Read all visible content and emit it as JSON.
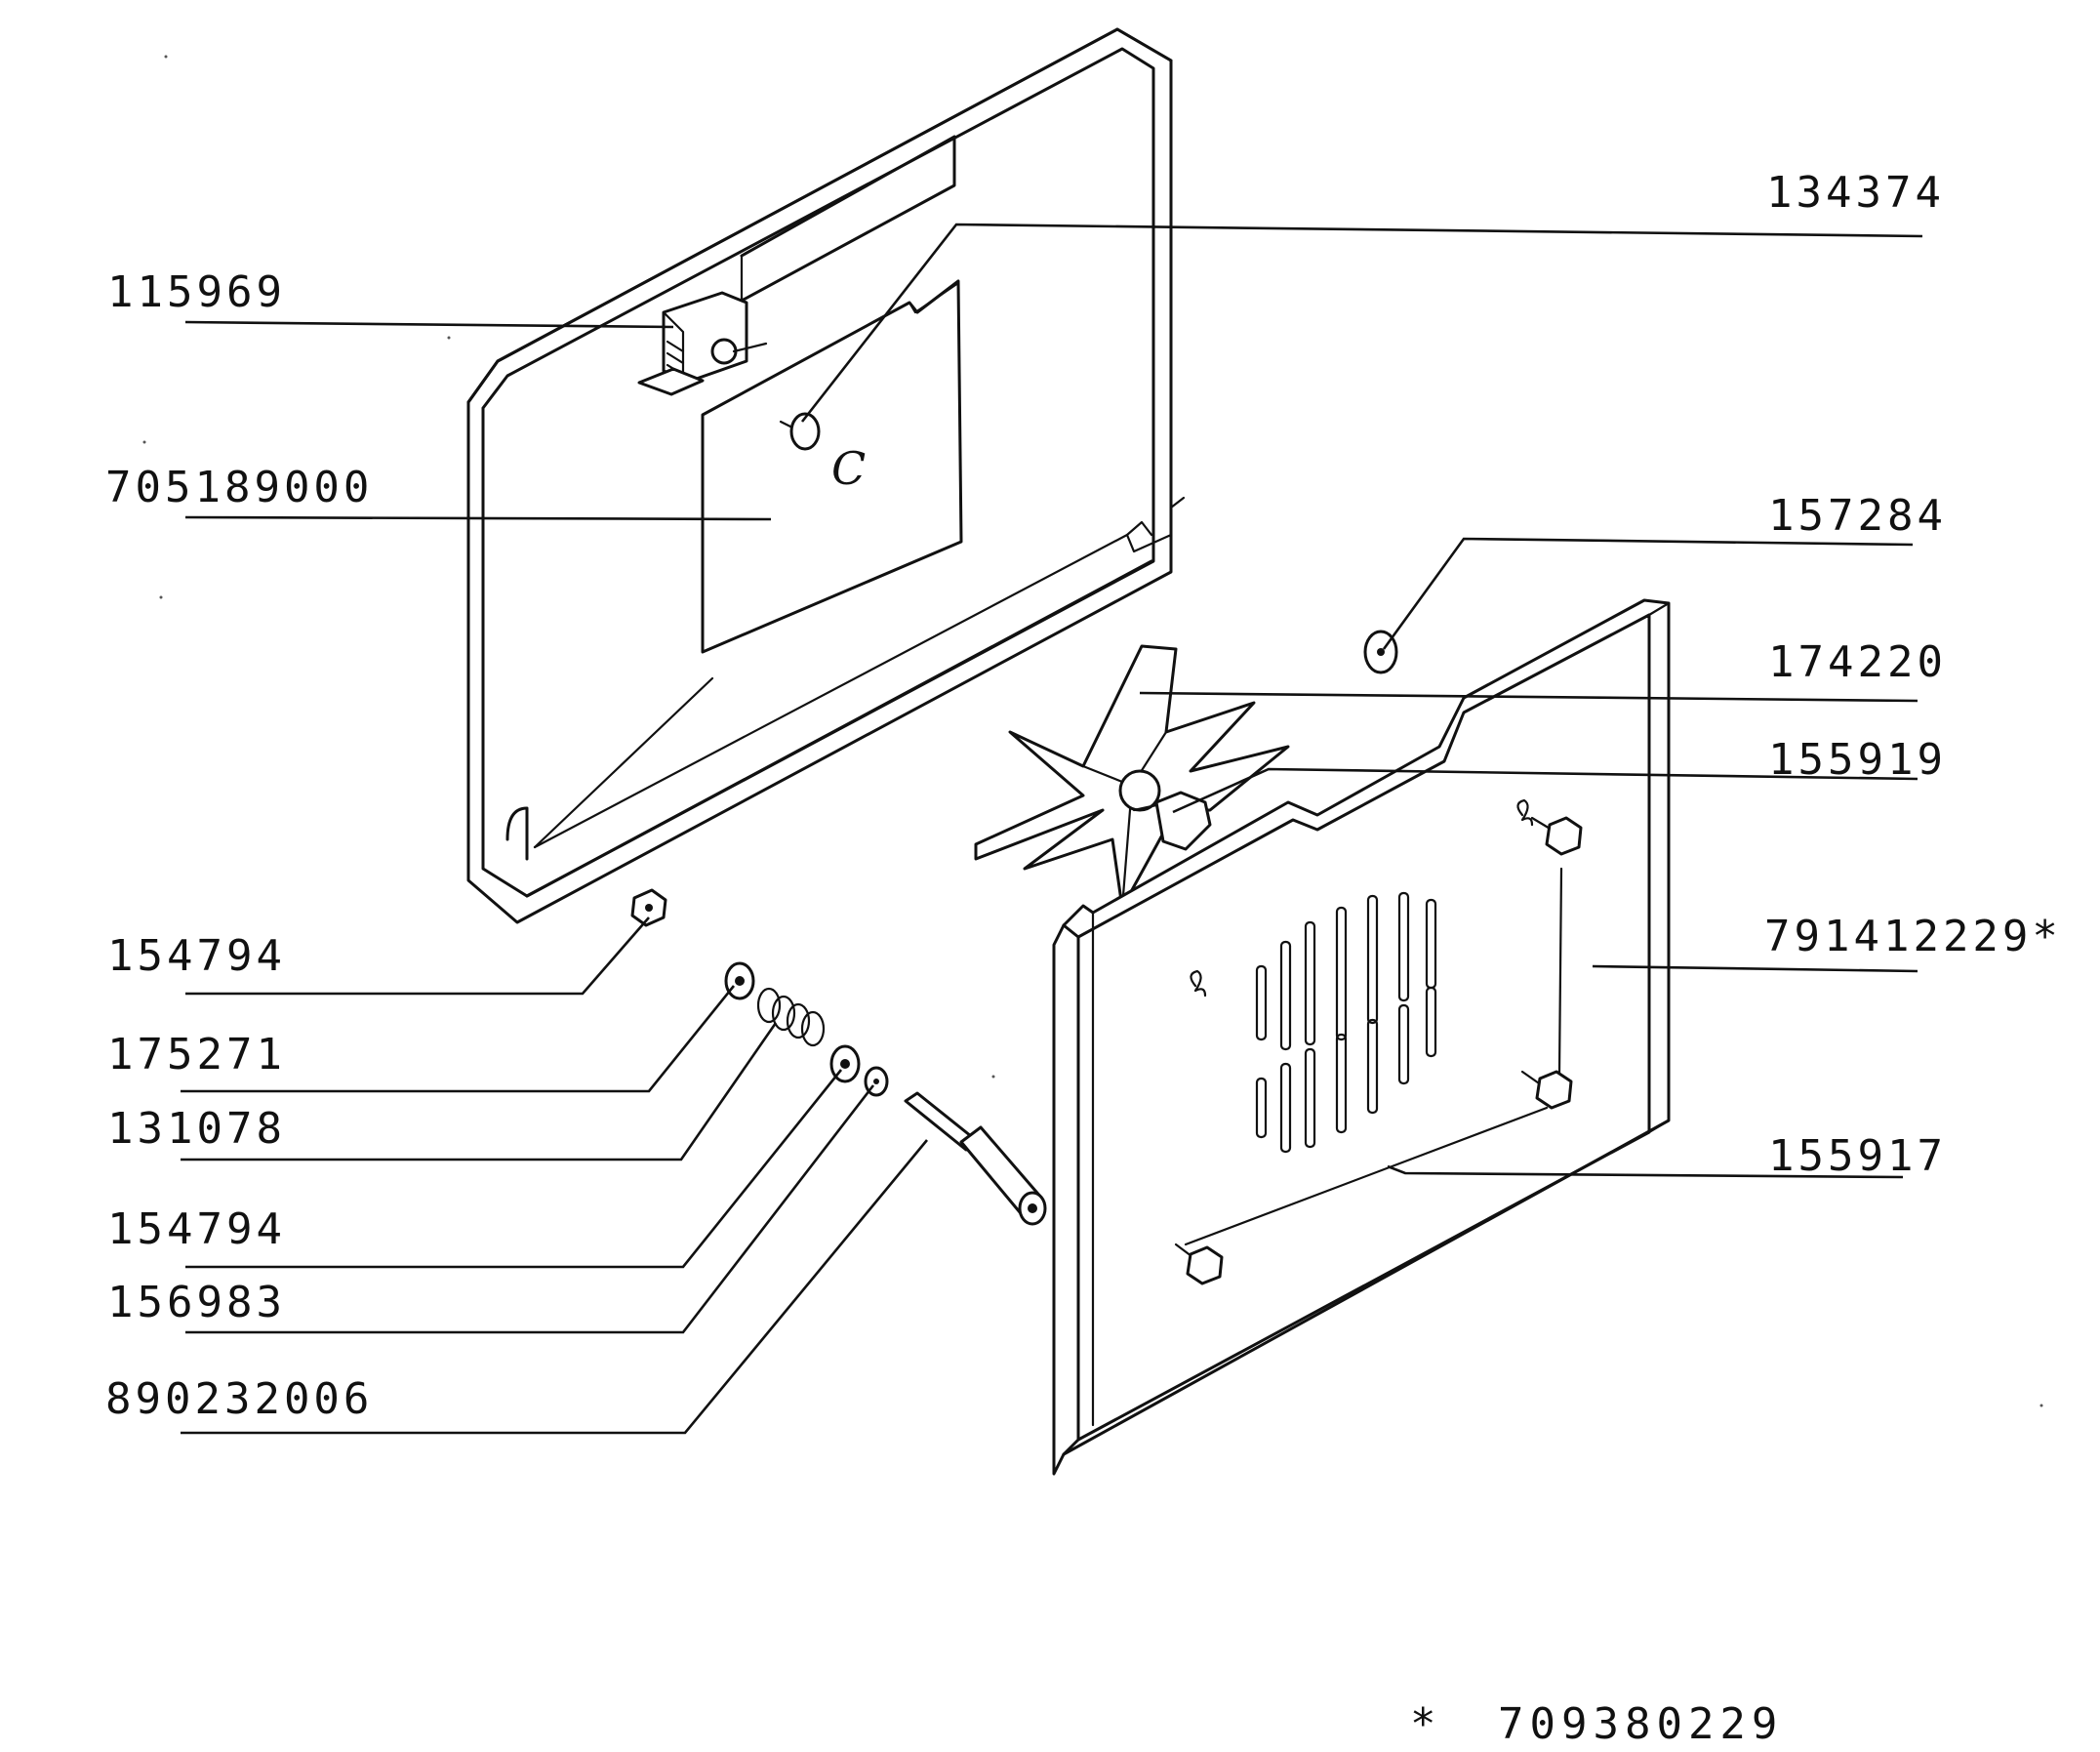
{
  "diagram": {
    "part_numbers": {
      "p134374": "134374",
      "p115969": "115969",
      "p705189000": "705189000",
      "p157284": "157284",
      "p174220": "174220",
      "p155919": "155919",
      "p154794_a": "154794",
      "p791412229": "791412229*",
      "p175271": "175271",
      "p131078": "131078",
      "p155917": "155917",
      "p154794_b": "154794",
      "p156983": "156983",
      "p890232006": "890232006"
    },
    "footnote": {
      "marker": "*",
      "number": "709380229"
    },
    "inline_marks": {
      "c_mark": "C"
    }
  }
}
